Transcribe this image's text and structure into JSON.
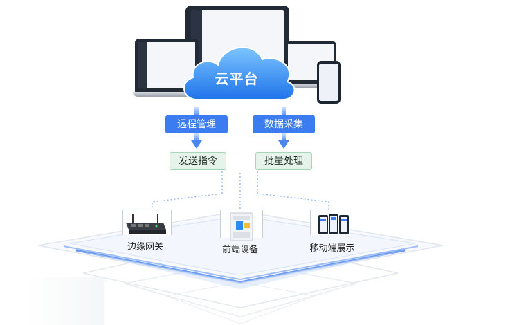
{
  "cloud": {
    "label": "云平台"
  },
  "flows": {
    "left": {
      "top": "远程管理",
      "bottom": "发送指令"
    },
    "right": {
      "top": "数据采集",
      "bottom": "批量处理"
    }
  },
  "devices": [
    {
      "label": "边缘网关",
      "icon": "edge-gateway-icon"
    },
    {
      "label": "前端设备",
      "icon": "circuit-breaker-icon"
    },
    {
      "label": "移动端展示",
      "icon": "mobile-phones-icon"
    }
  ],
  "colors": {
    "accent": "#3b7cf0",
    "green_bg": "#e5f3ea",
    "cloud": "#2e86f2"
  }
}
